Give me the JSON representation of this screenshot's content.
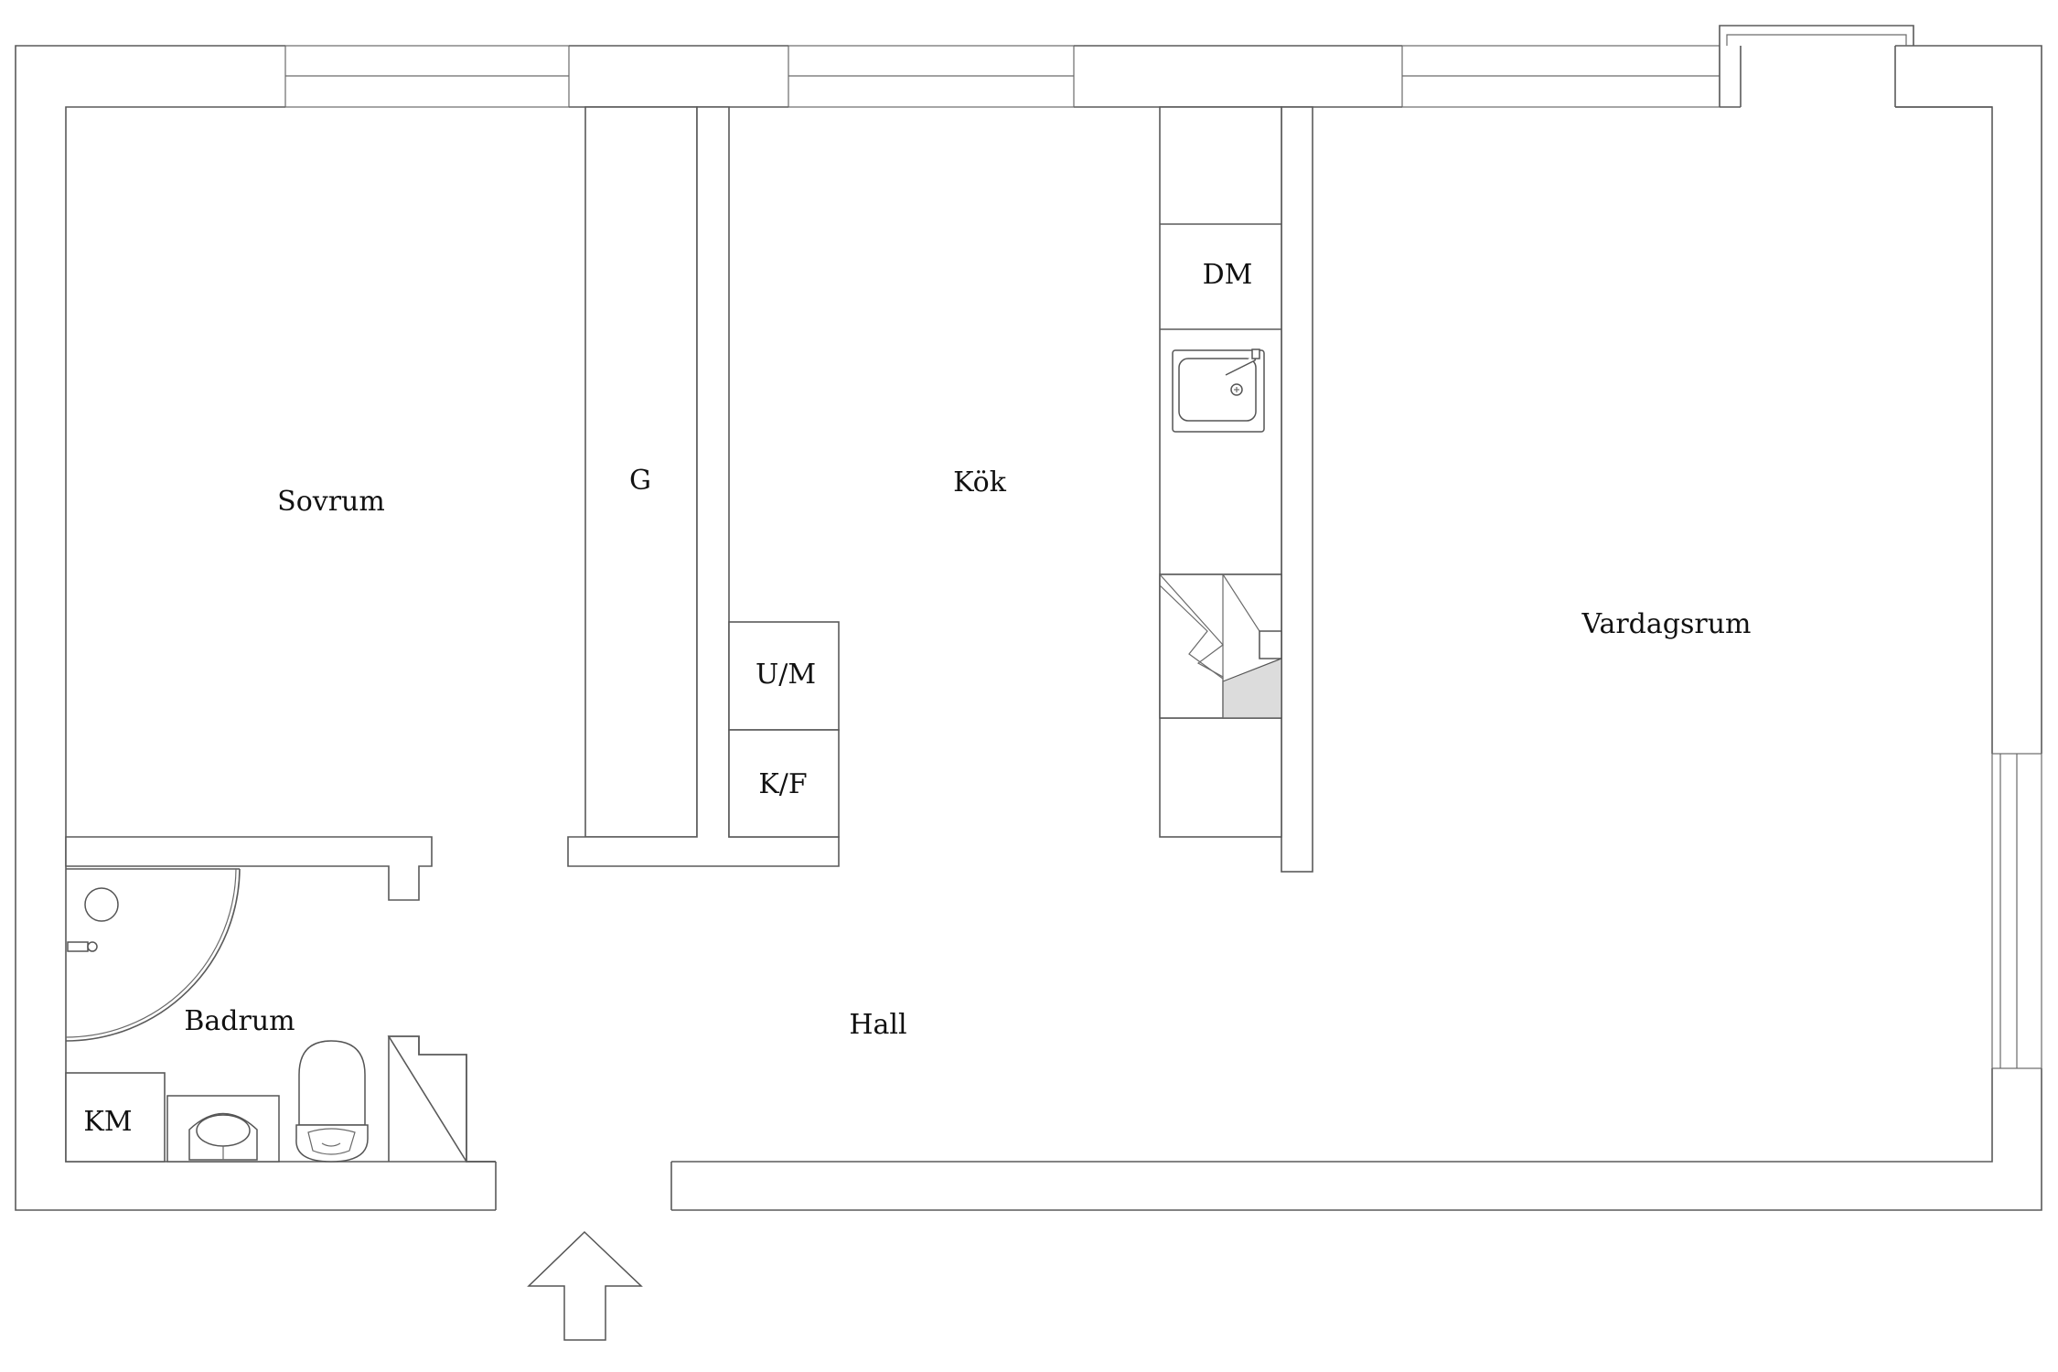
{
  "rooms": {
    "sovrum": "Sovrum",
    "garderob": "G",
    "kok": "Kök",
    "vardagsrum": "Vardagsrum",
    "hall": "Hall",
    "badrum": "Badrum"
  },
  "appliances": {
    "dishwasher": "DM",
    "oven_microwave": "U/M",
    "fridge_freezer": "K/F",
    "washing_machine": "KM"
  },
  "icons": {
    "entrance": "entrance-arrow-icon",
    "sink": "kitchen-sink-icon",
    "stove": "stove-icon",
    "washbasin": "washbasin-icon",
    "toilet": "toilet-icon",
    "shower": "shower-icon"
  }
}
